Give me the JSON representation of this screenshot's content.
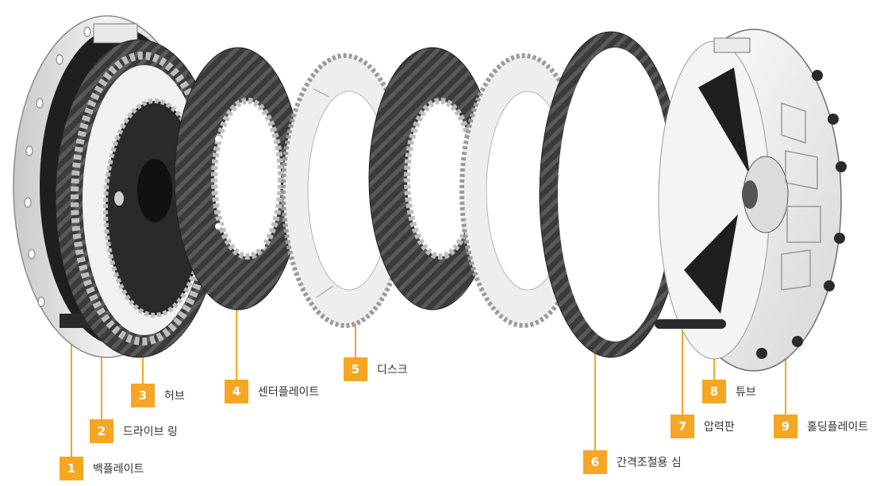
{
  "accent_color": "#f5a623",
  "parts": [
    {
      "num": "1",
      "label": "백플레이트"
    },
    {
      "num": "2",
      "label": "드라이브 링"
    },
    {
      "num": "3",
      "label": "허브"
    },
    {
      "num": "4",
      "label": "센터플레이트"
    },
    {
      "num": "5",
      "label": "디스크"
    },
    {
      "num": "6",
      "label": "간격조절용 심"
    },
    {
      "num": "7",
      "label": "압력판"
    },
    {
      "num": "8",
      "label": "튜브"
    },
    {
      "num": "9",
      "label": "홀딩플레이트"
    }
  ]
}
